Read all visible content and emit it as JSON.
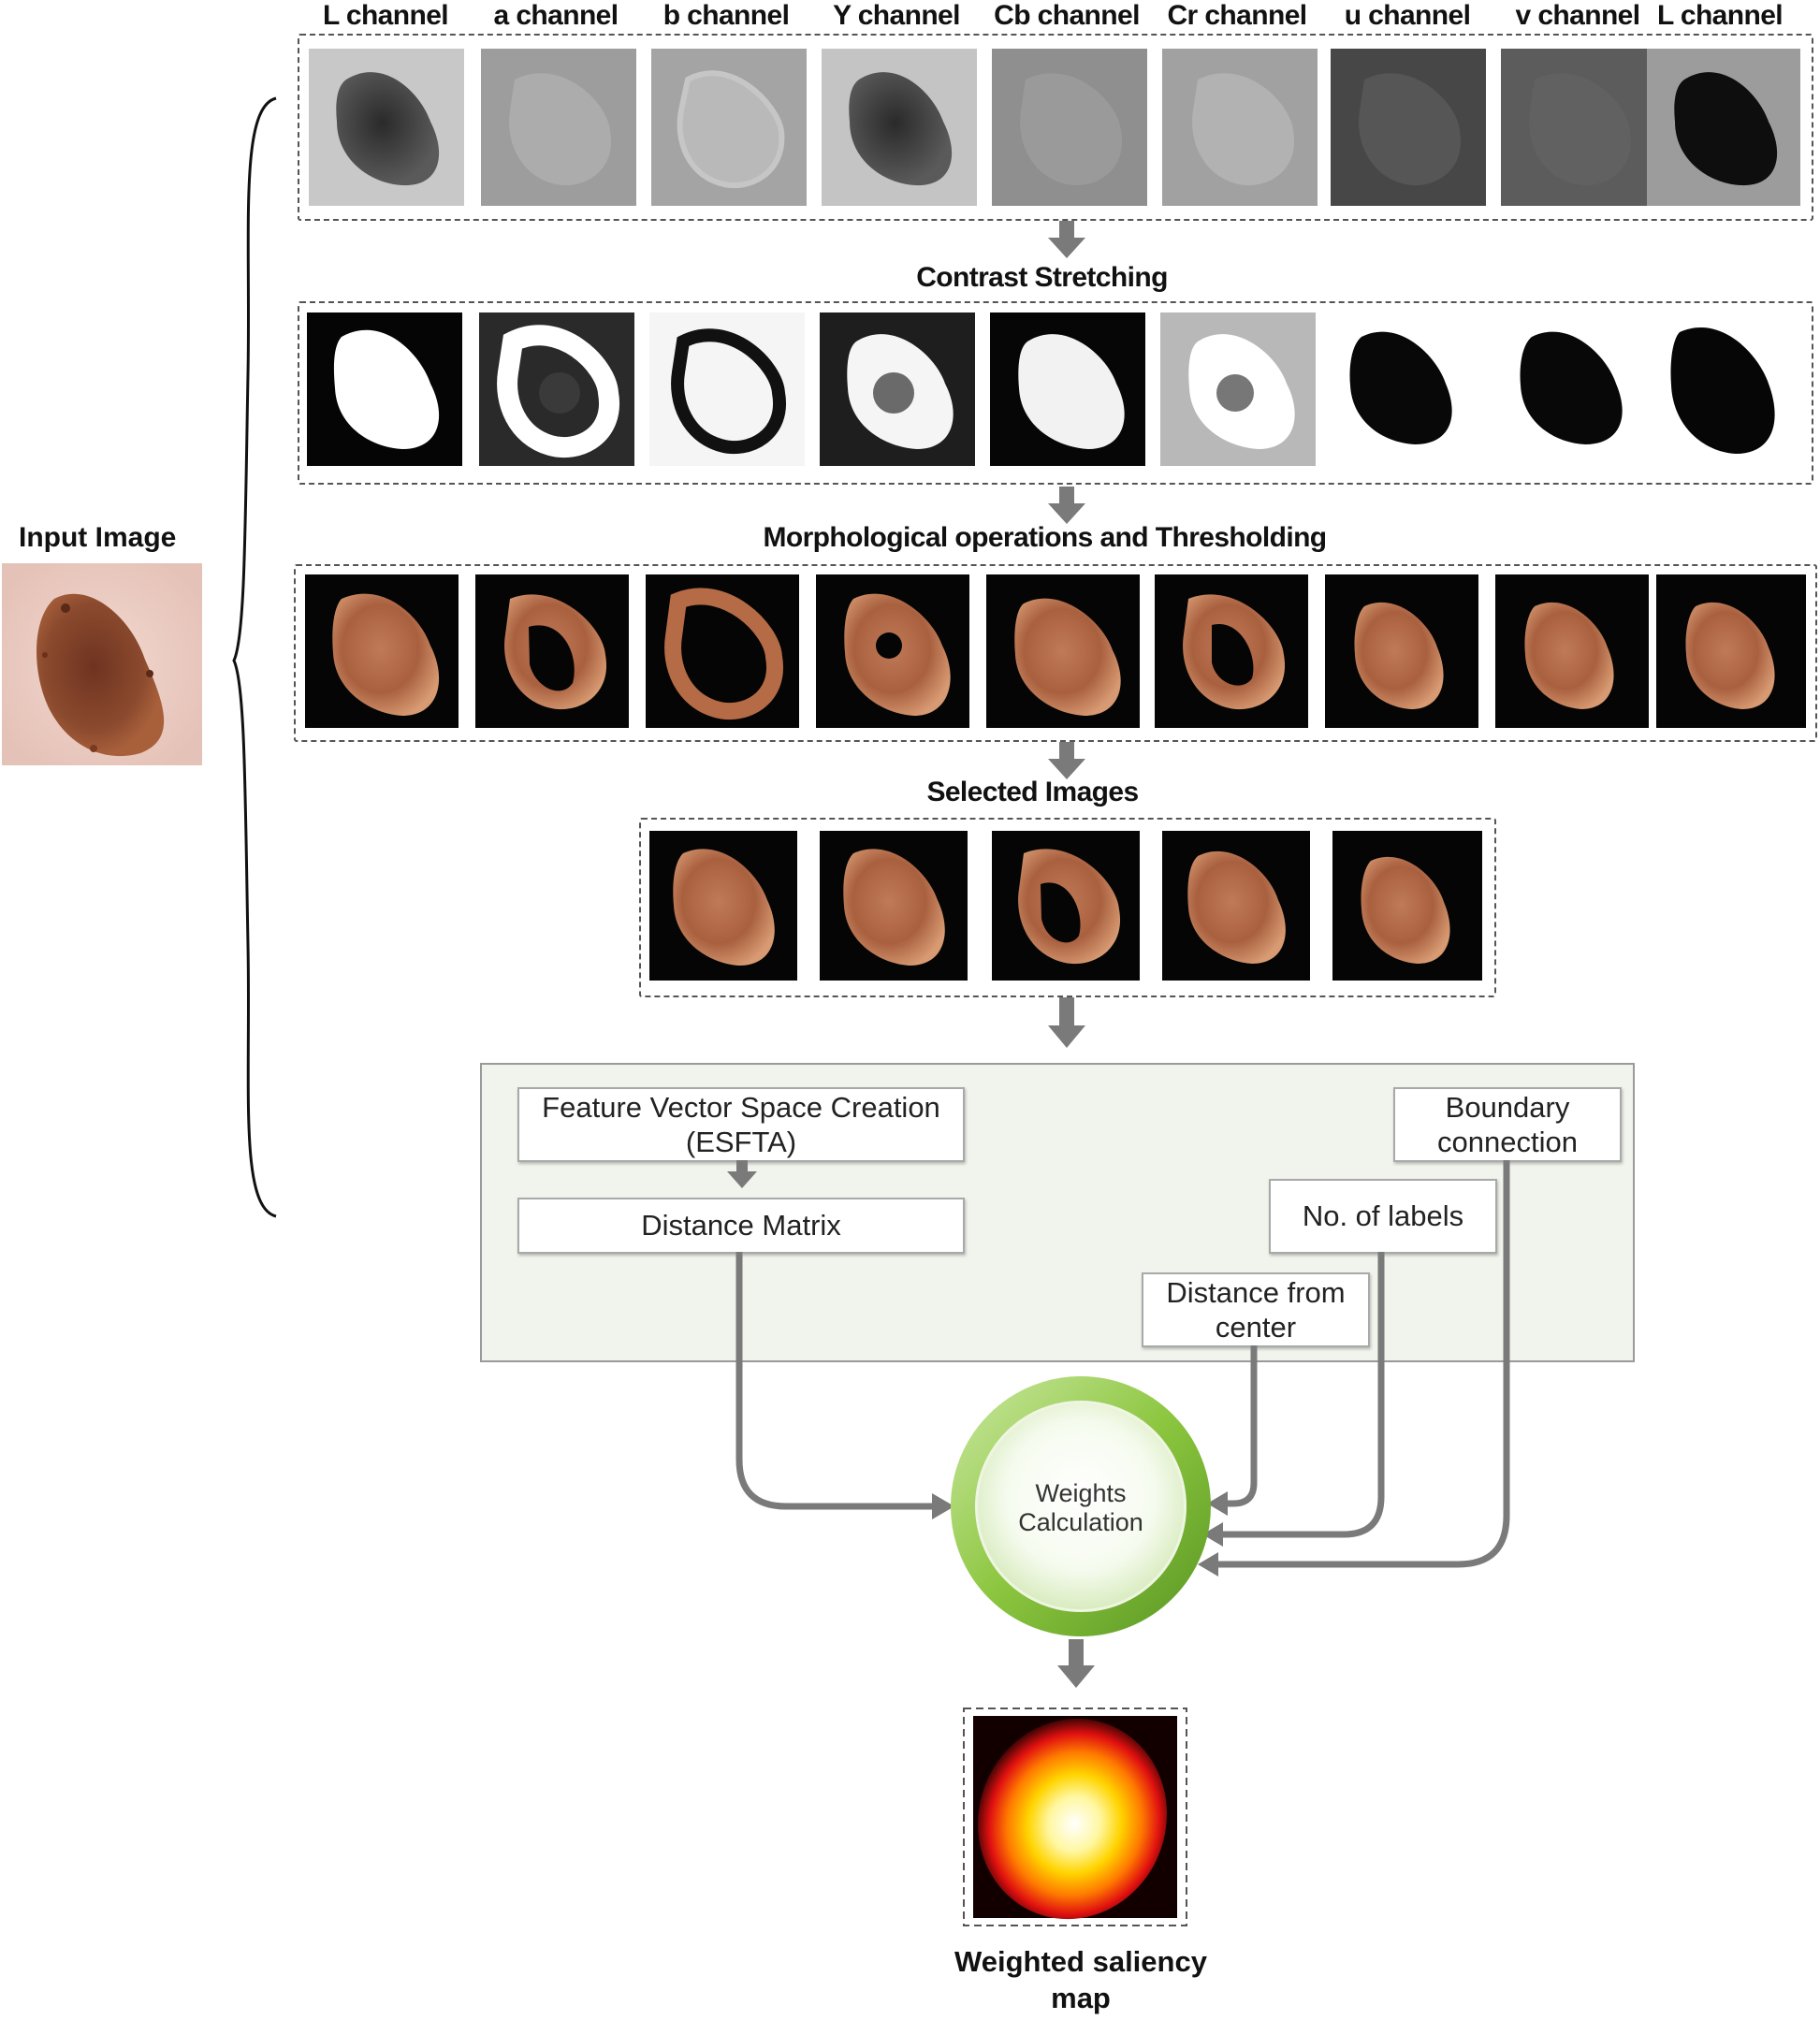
{
  "input": {
    "label": "Input Image"
  },
  "channels": [
    "L channel",
    "a channel",
    "b channel",
    "Y channel",
    "Cb channel",
    "Cr channel",
    "u channel",
    "v channel",
    "L channel"
  ],
  "rows": {
    "contrast_stretching": "Contrast Stretching",
    "morphological": "Morphological operations and Thresholding",
    "selected": "Selected Images"
  },
  "features": {
    "feature_vector_line1": "Feature Vector Space Creation",
    "feature_vector_line2": "(ESFTA)",
    "distance_matrix": "Distance Matrix",
    "boundary_line1": "Boundary",
    "boundary_line2": "connection",
    "labels": "No. of labels",
    "distance_center_line1": "Distance from",
    "distance_center_line2": "center"
  },
  "weights": {
    "line1": "Weights",
    "line2": "Calculation"
  },
  "output": {
    "line1": "Weighted saliency",
    "line2": "map"
  },
  "colors": {
    "arrow": "#7a7a7a",
    "panel": "#f1f4ec",
    "ring": "#8cc63f",
    "lesion": "#8b4a2e"
  }
}
